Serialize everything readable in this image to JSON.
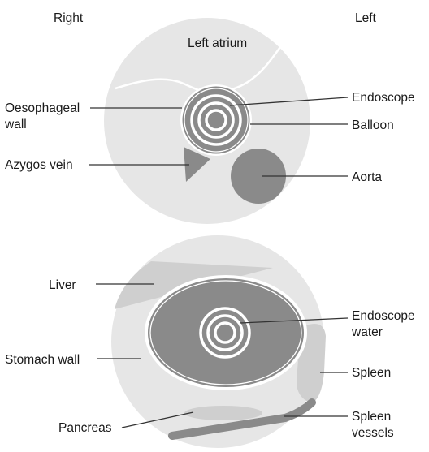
{
  "orientation": {
    "right": "Right",
    "left": "Left"
  },
  "top_view": {
    "labels": {
      "left_atrium": "Left atrium",
      "oesophageal_wall_1": "Oesophageal",
      "oesophageal_wall_2": "wall",
      "azygos_vein": "Azygos vein",
      "endoscope": "Endoscope",
      "balloon": "Balloon",
      "aorta": "Aorta"
    }
  },
  "bottom_view": {
    "labels": {
      "liver": "Liver",
      "stomach_wall": "Stomach wall",
      "pancreas": "Pancreas",
      "endoscope_1": "Endoscope",
      "endoscope_2": "water",
      "spleen": "Spleen",
      "spleen_vessels_1": "Spleen",
      "spleen_vessels_2": "vessels"
    }
  },
  "colors": {
    "field": "#e6e6e6",
    "organ_dark": "#8a8a8a",
    "organ_light": "#cfcfcf",
    "outline": "#ffffff",
    "text": "#1a1a1a"
  }
}
